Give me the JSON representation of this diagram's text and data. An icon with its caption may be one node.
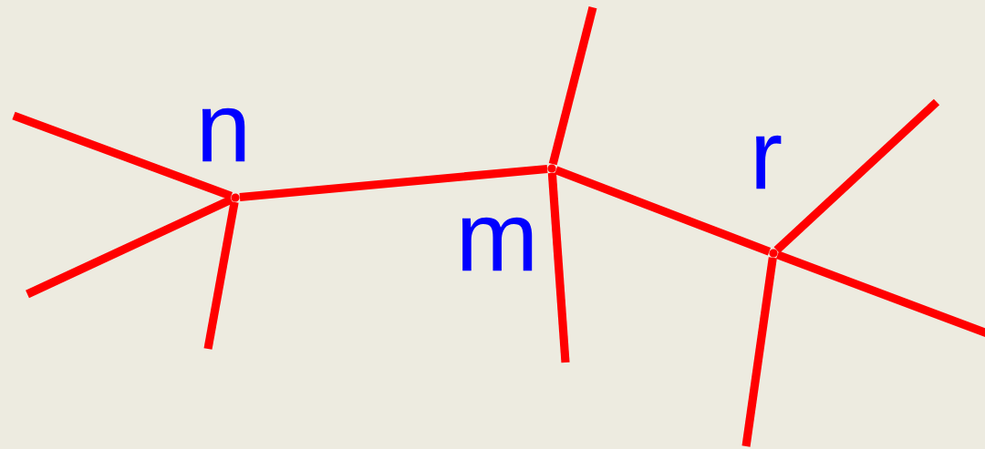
{
  "diagram": {
    "nodes": [
      {
        "text": [],
        "shape": "point",
        "beside": [
          "n"
        ]
      },
      {
        "text": [],
        "shape": "point",
        "beside": [
          "m"
        ]
      },
      {
        "text": [],
        "shape": "point",
        "beside": [
          "r"
        ]
      }
    ],
    "edges": [
      {
        "from": 0,
        "to": 1,
        "arrow": "none"
      },
      {
        "from": 1,
        "to": 2,
        "arrow": "none"
      },
      {
        "from": 0,
        "to": null,
        "arrow": "none"
      },
      {
        "from": 0,
        "to": null,
        "arrow": "none"
      },
      {
        "from": 0,
        "to": null,
        "arrow": "none"
      },
      {
        "from": 1,
        "to": null,
        "arrow": "none"
      },
      {
        "from": 1,
        "to": null,
        "arrow": "none"
      },
      {
        "from": 2,
        "to": null,
        "arrow": "none"
      },
      {
        "from": 2,
        "to": null,
        "arrow": "none"
      },
      {
        "from": 2,
        "to": null,
        "arrow": "none"
      }
    ]
  }
}
